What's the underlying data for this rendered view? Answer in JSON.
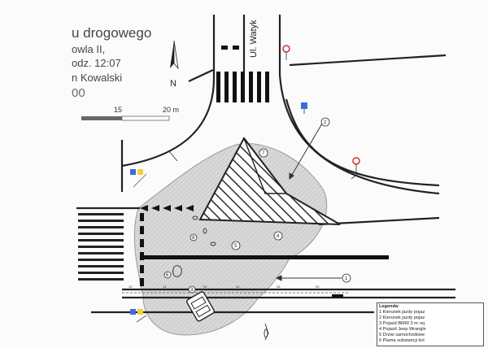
{
  "title_block": {
    "line1": "u drogowego",
    "line2": "owla II,",
    "line3": "odz. 12:07",
    "line4": "n Kowalski",
    "line5": "00"
  },
  "scale_bar": {
    "label_15": "15",
    "label_20": "20 m"
  },
  "street_label": "Ul. Watyk",
  "markers": [
    "1",
    "2",
    "3",
    "4",
    "5",
    "6",
    "7",
    "8"
  ],
  "ruler_ticks": [
    "12",
    "14",
    "20",
    "24",
    "28",
    "30"
  ],
  "legend": {
    "title": "Legenda:",
    "items": [
      "1 Kierunek jazdy pojaz",
      "2 Kierunek jazdy pojaz",
      "3 Pojazd BMW 3 nr rej",
      "4 Pojazd Jeep Wrangle",
      "5 Drzwi samochodowe",
      "6 Plama substancji kol"
    ]
  },
  "colors": {
    "road_line": "#222222",
    "accident_area": "#d6d6d6",
    "hatch": "#2a2a2a",
    "sign_blue": "#3a6fd8",
    "sign_yellow": "#f2d03a",
    "sign_red": "#d23030"
  },
  "icons": [
    "north-arrow-icon",
    "traffic-sign-icon",
    "warning-sign-icon",
    "car-icon",
    "debris-icon"
  ]
}
